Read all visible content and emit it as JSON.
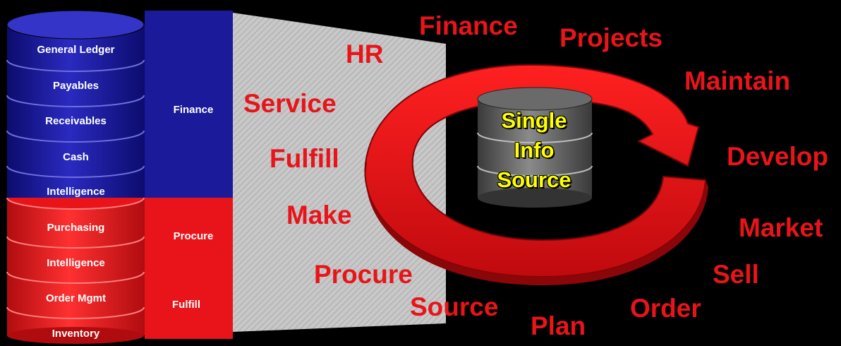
{
  "stack": {
    "finance_modules": [
      "General Ledger",
      "Payables",
      "Receivables",
      "Cash",
      "Intelligence"
    ],
    "ops_modules": [
      "Purchasing",
      "Intelligence",
      "Order Mgmt",
      "Inventory"
    ],
    "groups": {
      "finance": "Finance",
      "procure": "Procure",
      "fulfill": "Fulfill"
    }
  },
  "processes": {
    "finance": "Finance",
    "projects": "Projects",
    "hr": "HR",
    "maintain": "Maintain",
    "service": "Service",
    "fulfill": "Fulfill",
    "develop": "Develop",
    "make": "Make",
    "market": "Market",
    "procure": "Procure",
    "sell": "Sell",
    "source": "Source",
    "order": "Order",
    "plan": "Plan"
  },
  "core": {
    "line1": "Single",
    "line2": "Info",
    "line3": "Source"
  },
  "colors": {
    "blue": "#1a1a9a",
    "red": "#e8141a",
    "yellow": "#ffff00"
  }
}
